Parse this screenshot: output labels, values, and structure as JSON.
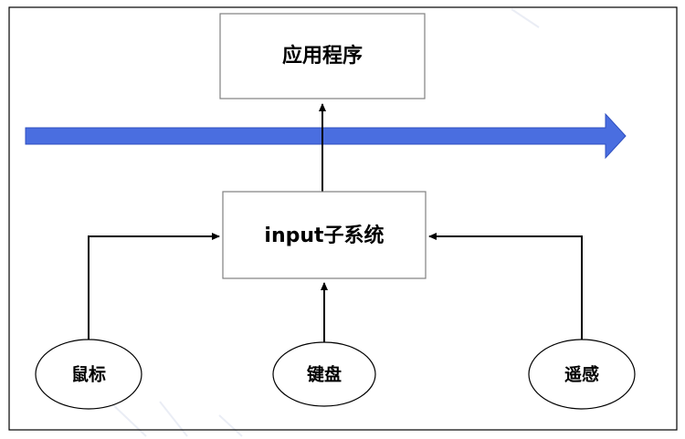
{
  "diagram": {
    "nodes": {
      "app": "应用程序",
      "input": "input子系统",
      "mouse": "鼠标",
      "keyboard": "键盘",
      "remote": "遥感"
    },
    "colors": {
      "flow_arrow": "#4a6ee0",
      "flow_arrow_stroke": "#2f4fbf",
      "box_stroke": "#808080",
      "frame_stroke": "#000000",
      "connector": "#000000"
    }
  }
}
